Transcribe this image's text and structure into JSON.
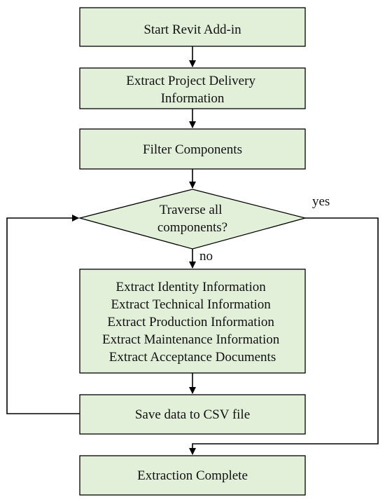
{
  "colors": {
    "node_fill": "#e2efd9",
    "stroke": "#000000"
  },
  "nodes": {
    "start": {
      "lines": [
        "Start Revit Add-in"
      ]
    },
    "extract_delivery": {
      "lines": [
        "Extract Project Delivery",
        "Information"
      ]
    },
    "filter": {
      "lines": [
        "Filter Components"
      ]
    },
    "decision": {
      "lines": [
        "Traverse all",
        "components?"
      ]
    },
    "extract_info": {
      "lines": [
        "Extract Identity Information",
        "Extract Technical Information",
        "Extract Production Information",
        "Extract Maintenance Information",
        "Extract Acceptance Documents"
      ]
    },
    "save_csv": {
      "lines": [
        "Save data to CSV file"
      ]
    },
    "complete": {
      "lines": [
        "Extraction Complete"
      ]
    }
  },
  "edge_labels": {
    "yes": "yes",
    "no": "no"
  }
}
